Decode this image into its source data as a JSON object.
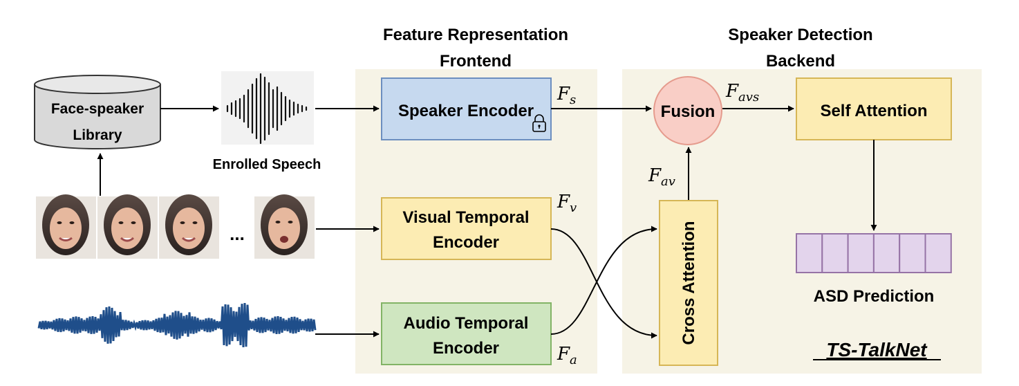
{
  "sections": {
    "frontend_title_line1": "Feature Representation",
    "frontend_title_line2": "Frontend",
    "backend_title_line1": "Speaker Detection",
    "backend_title_line2": "Backend"
  },
  "library": {
    "line1": "Face-speaker",
    "line2": "Library"
  },
  "enrolled_speech_label": "Enrolled Speech",
  "video_ellipsis": "...",
  "blocks": {
    "speaker_encoder": "Speaker Encoder",
    "visual_line1": "Visual Temporal",
    "visual_line2": "Encoder",
    "audio_line1": "Audio Temporal",
    "audio_line2": "Encoder",
    "fusion": "Fusion",
    "self_attention": "Self Attention",
    "cross_attention": "Cross Attention"
  },
  "symbols": {
    "fs_base": "F",
    "fs_sub": "s",
    "fv_base": "F",
    "fv_sub": "v",
    "fa_base": "F",
    "fa_sub": "a",
    "fav_base": "F",
    "fav_sub": "av",
    "favs_base": "F",
    "favs_sub": "avs"
  },
  "prediction_label": "ASD Prediction",
  "model_name": "TS-TalkNet",
  "icons": {
    "lock": "lock-icon",
    "waveform": "waveform-icon",
    "database": "cylinder-icon"
  },
  "colors": {
    "section_bg": "#f6f3e6",
    "speaker_encoder": "#c6d9ef",
    "speaker_encoder_border": "#6c8ebf",
    "yellow_block": "#fcecb3",
    "yellow_border": "#d6b656",
    "green_block": "#cfe6c0",
    "green_border": "#82b366",
    "fusion": "#f9cec6",
    "fusion_border": "#e59b8d",
    "prediction": "#e3d4ec",
    "prediction_border": "#9673a6",
    "audio_wave": "#1f4e8a"
  }
}
